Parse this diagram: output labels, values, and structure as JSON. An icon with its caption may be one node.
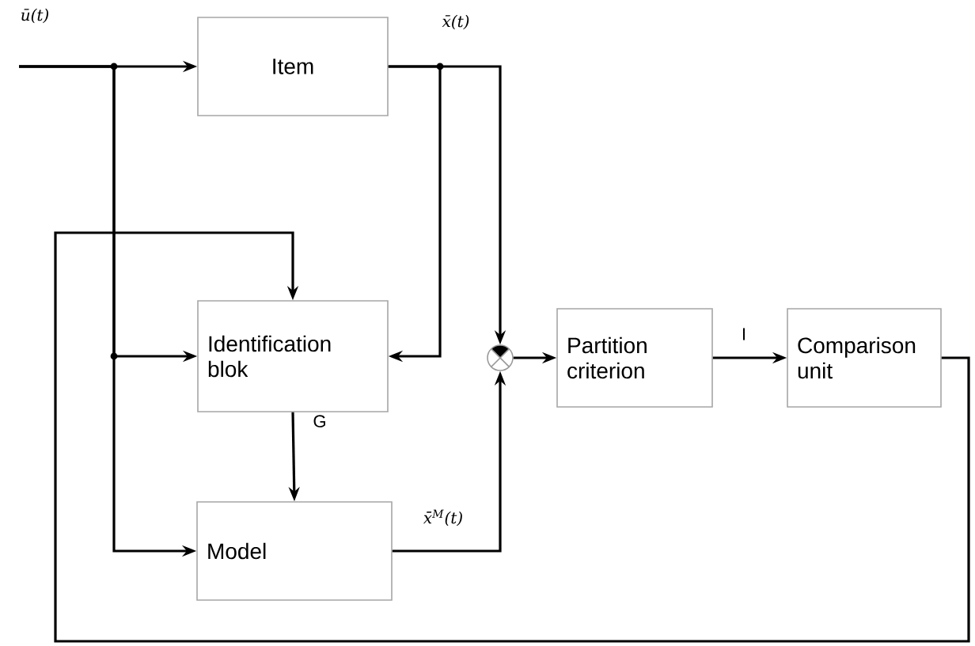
{
  "diagram": {
    "nodes": [
      {
        "text": [
          "Item"
        ]
      },
      {
        "text": [
          "Identification blok"
        ]
      },
      {
        "text": [
          "Model"
        ]
      },
      {
        "text": [],
        "shape": "circle"
      },
      {
        "text": [
          "Partition criterion"
        ]
      },
      {
        "text": [
          "Comparison unit"
        ]
      }
    ],
    "edges": [
      {
        "from": null,
        "to": 0,
        "arrow": "to",
        "label": "ū(t)"
      },
      {
        "from": null,
        "to": 1,
        "arrow": "to"
      },
      {
        "from": null,
        "to": 2,
        "arrow": "to"
      },
      {
        "from": 0,
        "to": 1,
        "arrow": "to"
      },
      {
        "from": 0,
        "to": 3,
        "arrow": "to",
        "label": "x̄(t)"
      },
      {
        "from": 1,
        "to": 2,
        "arrow": "to",
        "label": "G"
      },
      {
        "from": 2,
        "to": 3,
        "arrow": "to",
        "label": "x̄$^{M}$(t)"
      },
      {
        "from": 3,
        "to": 4,
        "arrow": "to"
      },
      {
        "from": 4,
        "to": 5,
        "arrow": "to",
        "label": "I"
      },
      {
        "from": 5,
        "to": 1,
        "arrow": "to"
      }
    ]
  }
}
